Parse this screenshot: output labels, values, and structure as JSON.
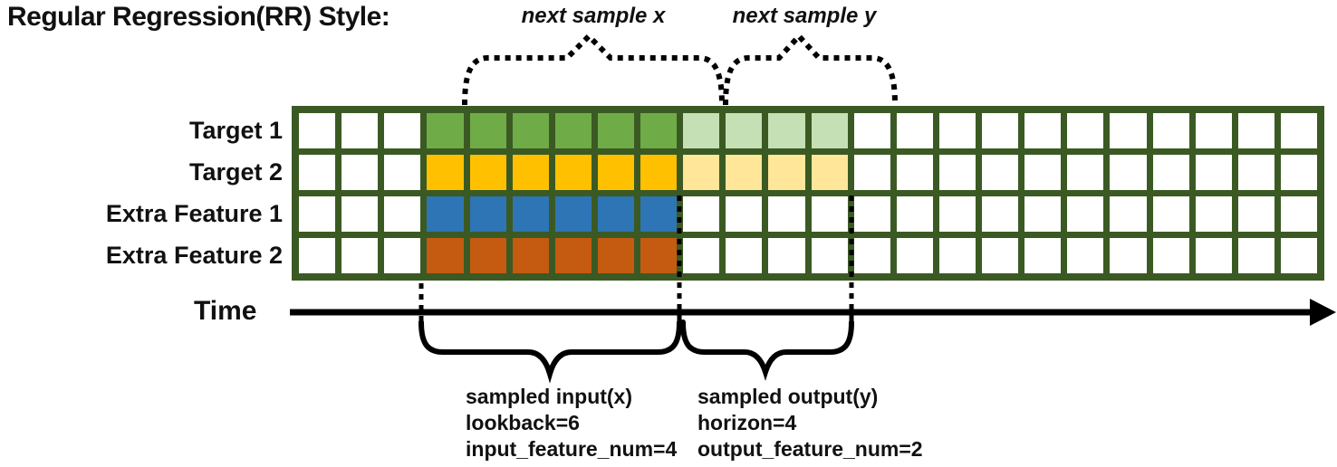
{
  "title": "Regular Regression(RR) Style:",
  "colors": {
    "grid_border": "#3B5A23",
    "white": "#FFFFFF",
    "green": "#6FAC47",
    "green_light": "#C5E0B4",
    "gold": "#FFC000",
    "gold_light": "#FFE699",
    "blue": "#2E75B6",
    "orange": "#C55A11",
    "ink": "#000000"
  },
  "grid": {
    "columns": 24,
    "rows": [
      {
        "label": "Target 1",
        "segments": [
          {
            "color": "white",
            "count": 3
          },
          {
            "color": "green",
            "count": 6
          },
          {
            "color": "green_light",
            "count": 4
          },
          {
            "color": "white",
            "count": 11
          }
        ]
      },
      {
        "label": "Target 2",
        "segments": [
          {
            "color": "white",
            "count": 3
          },
          {
            "color": "gold",
            "count": 6
          },
          {
            "color": "gold_light",
            "count": 4
          },
          {
            "color": "white",
            "count": 11
          }
        ]
      },
      {
        "label": "Extra Feature 1",
        "segments": [
          {
            "color": "white",
            "count": 3
          },
          {
            "color": "blue",
            "count": 6
          },
          {
            "color": "white",
            "count": 15
          }
        ]
      },
      {
        "label": "Extra Feature 2",
        "segments": [
          {
            "color": "white",
            "count": 3
          },
          {
            "color": "orange",
            "count": 6
          },
          {
            "color": "white",
            "count": 15
          }
        ]
      }
    ]
  },
  "annotations": {
    "next_sample_x": "next sample x",
    "next_sample_y": "next sample y",
    "time_label": "Time",
    "sampled_input": {
      "line1": "sampled input(x)",
      "line2": "lookback=6",
      "line3": "input_feature_num=4"
    },
    "sampled_output": {
      "line1": "sampled output(y)",
      "line2": "horizon=4",
      "line3": "output_feature_num=2"
    }
  }
}
